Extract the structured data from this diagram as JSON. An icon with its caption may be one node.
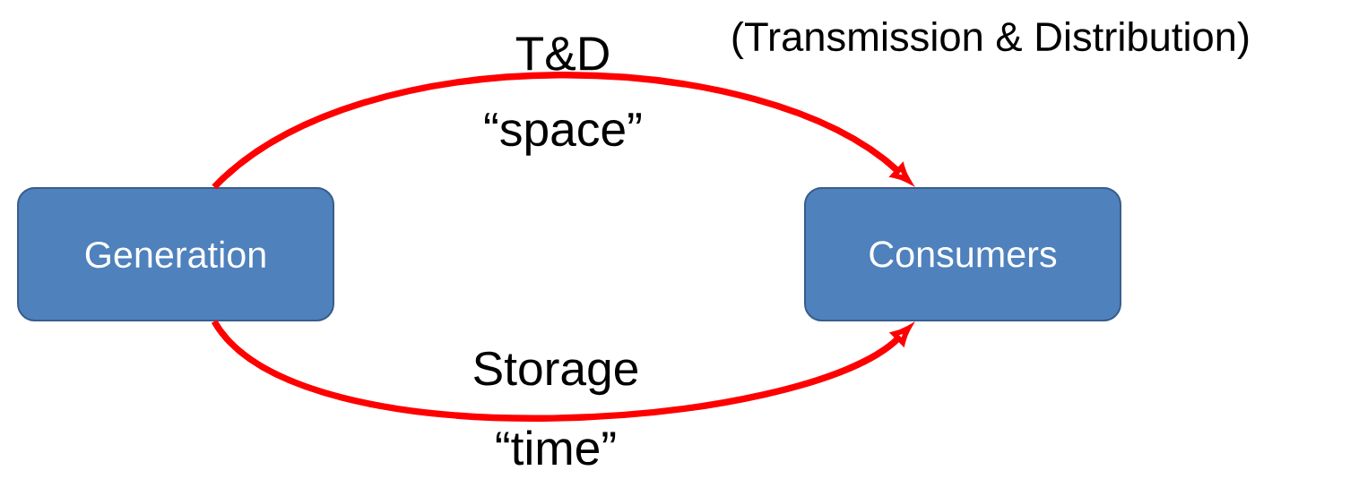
{
  "diagram": {
    "nodes": [
      {
        "text": [
          "Generation"
        ]
      },
      {
        "text": [
          "Consumers"
        ]
      }
    ],
    "edges": [
      {
        "from": 0,
        "to": 1,
        "arrow": "to",
        "label": "T&D"
      },
      {
        "from": 0,
        "to": 1,
        "arrow": "to",
        "label": "Storage"
      }
    ],
    "labels": [
      "(Transmission & Distribution)",
      "“space”",
      "“time”"
    ]
  }
}
